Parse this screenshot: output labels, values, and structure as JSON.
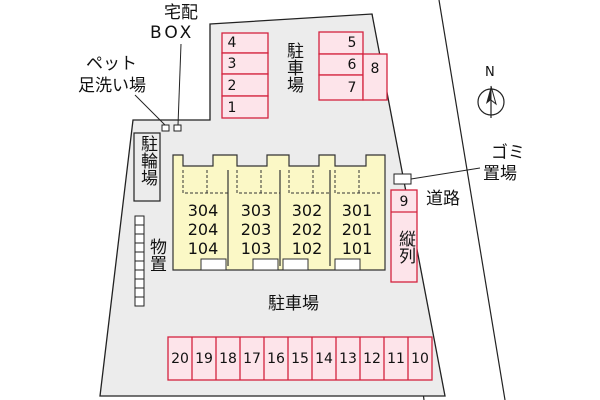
{
  "map": {
    "colors": {
      "site": "#ececec",
      "building": "#fbf8c6",
      "parking_fill": "#fde4ea",
      "parking_stroke": "#d4233f",
      "line": "#222222"
    },
    "labels": {
      "delivery_box": [
        "宅配",
        "BOX"
      ],
      "pet_wash": [
        "ペット",
        "足洗い場"
      ],
      "bicycle": "駐輪場",
      "storage": "物置",
      "garbage": [
        "ゴミ",
        "置場"
      ],
      "road": "道路",
      "parking_top": "駐車場",
      "parking_bottom": "駐車場",
      "tandem": "縦列",
      "compass": "N"
    },
    "top_left_slots": [
      "4",
      "3",
      "2",
      "1"
    ],
    "top_right_slots": [
      "5",
      "6",
      "7",
      "8"
    ],
    "tandem_slot": "9",
    "bottom_slots": [
      "20",
      "19",
      "18",
      "17",
      "16",
      "15",
      "14",
      "13",
      "12",
      "11",
      "10"
    ],
    "units": [
      [
        "304",
        "204",
        "104"
      ],
      [
        "303",
        "203",
        "103"
      ],
      [
        "302",
        "202",
        "102"
      ],
      [
        "301",
        "201",
        "101"
      ]
    ]
  }
}
